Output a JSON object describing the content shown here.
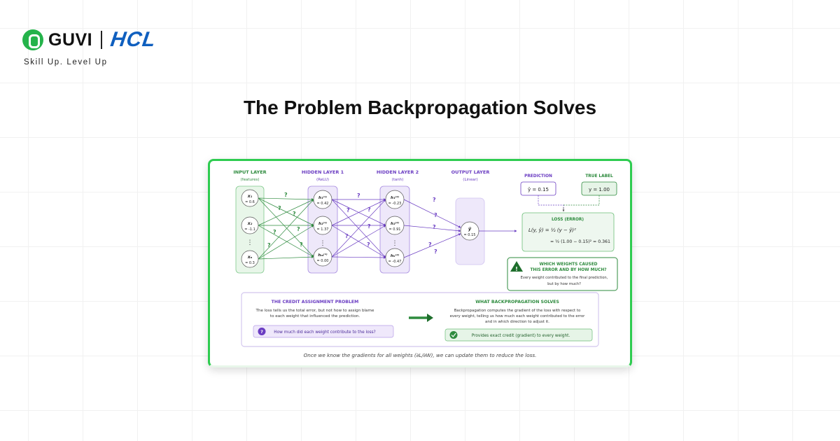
{
  "brand": {
    "guvi": "GUVI",
    "hcl": "HCL",
    "tagline": "Skill Up. Level Up"
  },
  "title": "The Problem Backpropagation Solves",
  "diagram": {
    "input_layer": {
      "title": "INPUT LAYER",
      "subtitle": "(features)",
      "nodes": [
        {
          "sym": "x₁",
          "val": "= 0.6"
        },
        {
          "sym": "x₂",
          "val": "= -1.1"
        },
        {
          "sym": "xₙ",
          "val": "= 0.3"
        }
      ]
    },
    "hidden1": {
      "title": "HIDDEN LAYER 1",
      "subtitle": "(ReLU)",
      "nodes": [
        {
          "sym": "h₁⁽¹⁾",
          "val": "= 0.42"
        },
        {
          "sym": "h₂⁽¹⁾",
          "val": "= 1.37"
        },
        {
          "sym": "hₘ⁽¹⁾",
          "val": "= 0.00"
        }
      ]
    },
    "hidden2": {
      "title": "HIDDEN LAYER 2",
      "subtitle": "(tanh)",
      "nodes": [
        {
          "sym": "h₁⁽²⁾",
          "val": "= -0.23"
        },
        {
          "sym": "h₂⁽²⁾",
          "val": "= 0.91"
        },
        {
          "sym": "hₖ⁽²⁾",
          "val": "= -0.47"
        }
      ]
    },
    "output": {
      "title": "OUTPUT LAYER",
      "subtitle": "(Linear)",
      "sym": "ŷ",
      "val": "= 0.15"
    },
    "ellipsis": "⋮",
    "qmark": "?",
    "prediction": {
      "label": "PREDICTION",
      "value": "ŷ = 0.15"
    },
    "true_label": {
      "label": "TRUE LABEL",
      "value": "y = 1.00"
    },
    "loss": {
      "label": "LOSS (ERROR)",
      "line1": "L(y, ŷ) = ½ (y − ŷ)²",
      "line2": "= ½ (1.00 − 0.15)² = 0.361"
    },
    "warning": {
      "icon_glyph": "!",
      "title_line1": "WHICH WEIGHTS CAUSED",
      "title_line2": "THIS ERROR AND BY HOW MUCH?",
      "body_line1": "Every weight contributed to the final prediction,",
      "body_line2": "but by how much?"
    },
    "credit": {
      "title": "THE CREDIT ASSIGNMENT PROBLEM",
      "body_line1": "The loss tells us the total error, but not how to assign blame",
      "body_line2": "to each weight that influenced the prediction.",
      "question": "How much did each weight contribute to the loss?"
    },
    "solves": {
      "title": "WHAT BACKPROPAGATION SOLVES",
      "body_line1": "Backpropagation computes the gradient of the loss with respect to",
      "body_line2": "every weight, telling us how much each weight contributed to the error",
      "body_line3": "and in which direction to adjust it.",
      "answer": "Provides exact credit (gradient) to every weight."
    },
    "caption": "Once we know the gradients for all weights (∂L/∂W), we can update them to reduce the loss."
  },
  "colors": {
    "green": "#2e8b3e",
    "purple": "#6a3cc2",
    "accent_green": "#2ecc50",
    "hcl_blue": "#0f5fbf"
  }
}
